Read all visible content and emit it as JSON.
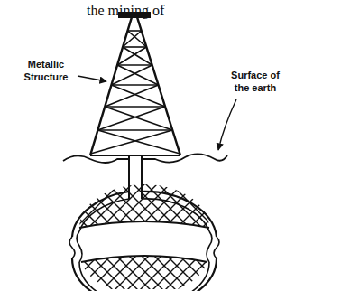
{
  "diagram": {
    "labels": [
      "the mining of",
      "Metallic Structure",
      "Surface of the earth"
    ]
  }
}
